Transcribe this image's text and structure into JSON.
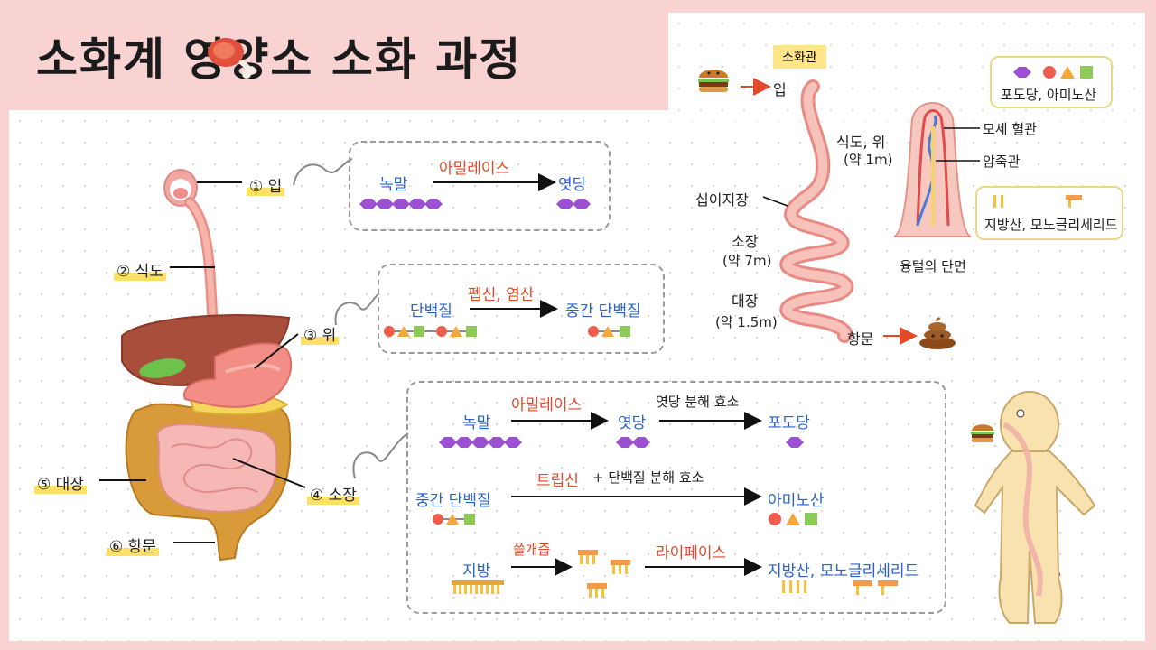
{
  "title": {
    "text": "소화계 영양소 소화 과정",
    "icon": "meat-icon"
  },
  "organs": {
    "mouth": "① 입",
    "esophagus": "② 식도",
    "stomach": "③ 위",
    "small_intestine": "④ 소장",
    "large_intestine": "⑤ 대장",
    "anus": "⑥ 항문"
  },
  "mouth_box": {
    "enzyme": "아밀레이스",
    "from": "녹말",
    "to": "엿당"
  },
  "stomach_box": {
    "enzyme": "펩신, 염산",
    "from": "단백질",
    "to": "중간 단백질"
  },
  "small_box": {
    "row1": {
      "enzyme": "아밀레이스",
      "from": "녹말",
      "mid": "엿당",
      "enzyme2": "엿당 분해 효소",
      "to": "포도당"
    },
    "row2": {
      "enzyme": "트립신",
      "enzyme_extra": "+ 단백질 분해 효소",
      "from": "중간 단백질",
      "to": "아미노산"
    },
    "row3": {
      "helper": "쓸개즙",
      "enzyme": "라이페이스",
      "from": "지방",
      "to": "지방산, 모노글리세리드"
    }
  },
  "tract": {
    "badge": "소화관",
    "mouth": "입",
    "esophagus_stomach": "식도, 위",
    "esophagus_len": "(약 1m)",
    "duodenum": "십이지장",
    "small": "소장",
    "small_len": "(약 7m)",
    "large": "대장",
    "large_len": "(약 1.5m)",
    "anus": "항문"
  },
  "villus": {
    "legend1": "포도당, 아미노산",
    "capillary": "모세 혈관",
    "lacteal": "암죽관",
    "legend2": "지방산, 모노글리세리드",
    "caption": "융털의 단면"
  },
  "colors": {
    "glucose": "#9b4fd1",
    "amino_circle": "#ef5b4c",
    "amino_triangle": "#f3a83b",
    "amino_square": "#8fc95a",
    "fat": "#f6c23e",
    "organ_pink": "#f4a9a0",
    "liver": "#a84e3b",
    "intestine_large": "#d99a3a"
  }
}
